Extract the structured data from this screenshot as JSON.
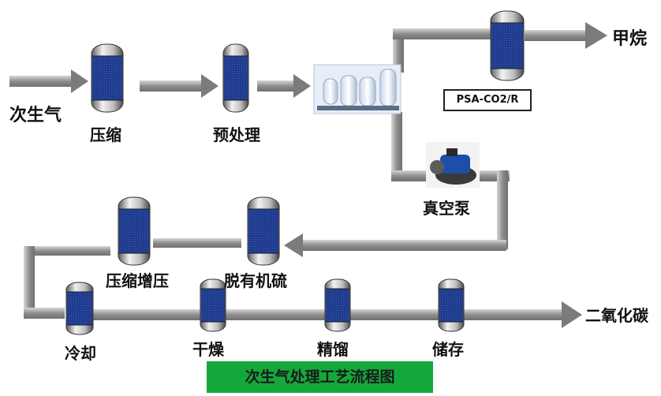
{
  "diagram": {
    "title": "次生气处理工艺流程图",
    "input_label": "次生气",
    "outputs": {
      "methane": "甲烷",
      "co2": "二氧化碳"
    },
    "psa_label": "PSA-CO2/R",
    "stages": {
      "compression": "压缩",
      "pretreatment": "预处理",
      "vacuum_pump": "真空泵",
      "desulfurization": "脱有机硫",
      "boost_compression": "压缩增压",
      "cooling": "冷却",
      "drying": "干燥",
      "rectification": "精馏",
      "storage": "储存"
    },
    "colors": {
      "vessel_body": "#1f3b8c",
      "vessel_cap": "#c9c9c9",
      "pipe": "#9a9a9a",
      "title_bg": "#14a83a"
    }
  }
}
